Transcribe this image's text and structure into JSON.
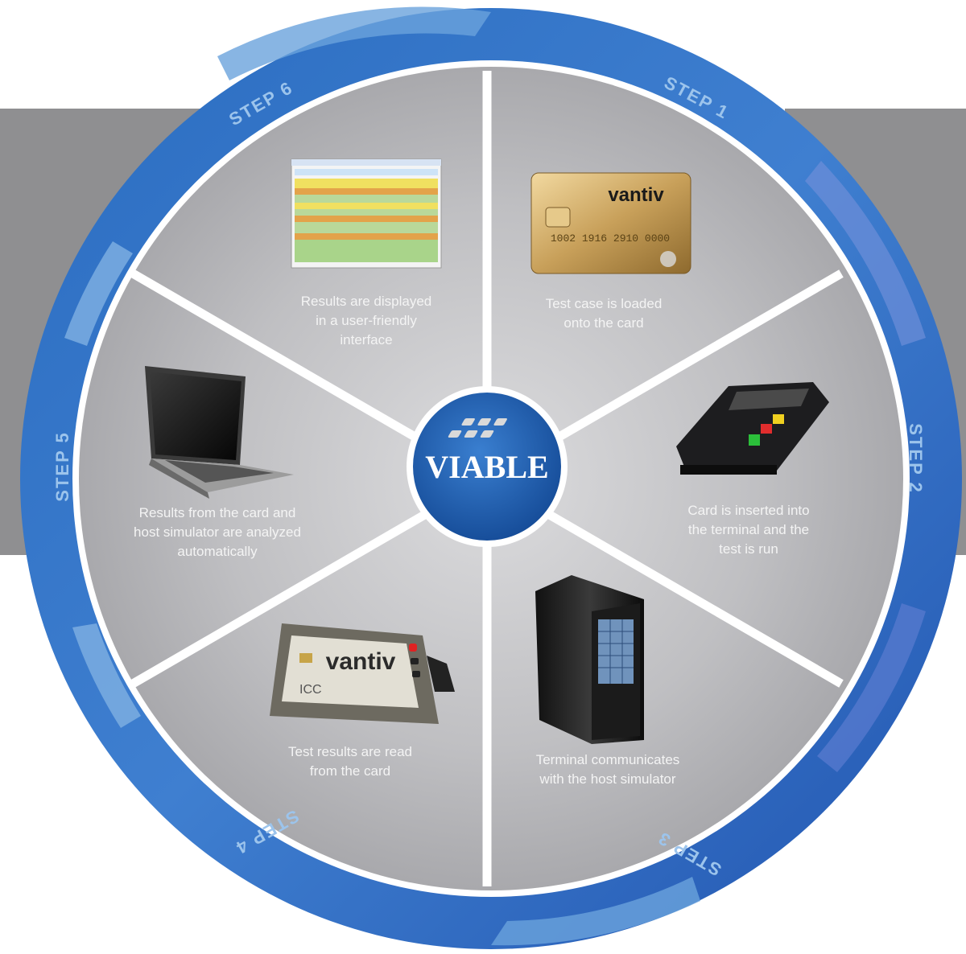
{
  "center": {
    "label": "VIABLE"
  },
  "steps": [
    {
      "label": "STEP 1",
      "caption": [
        "Test case is loaded",
        "onto the card"
      ]
    },
    {
      "label": "STEP 2",
      "caption": [
        "Card is inserted into",
        "the terminal and the",
        "test is run"
      ]
    },
    {
      "label": "STEP 3",
      "caption": [
        "Terminal communicates",
        "with the host simulator"
      ]
    },
    {
      "label": "STEP 4",
      "caption": [
        "Test results are read",
        "from the card"
      ]
    },
    {
      "label": "STEP 5",
      "caption": [
        "Results from the card and",
        "host simulator are analyzed",
        "automatically"
      ]
    },
    {
      "label": "STEP 6",
      "caption": [
        "Results are displayed",
        "in a user-friendly",
        "interface"
      ]
    }
  ],
  "card": {
    "brand": "vantiv",
    "number": "1002 1916 2910 0000"
  },
  "reader": {
    "brand": "vantiv",
    "icc": "ICC"
  },
  "icons": [
    "credit-card-icon",
    "payment-terminal-icon",
    "server-tower-icon",
    "card-reader-icon",
    "laptop-icon",
    "spreadsheet-icon"
  ],
  "colors": {
    "ring_dark": "#1f5fb3",
    "ring_light": "#6aa3dc",
    "wedge": "#b9b9bc",
    "hub": "#1d5ea8"
  }
}
